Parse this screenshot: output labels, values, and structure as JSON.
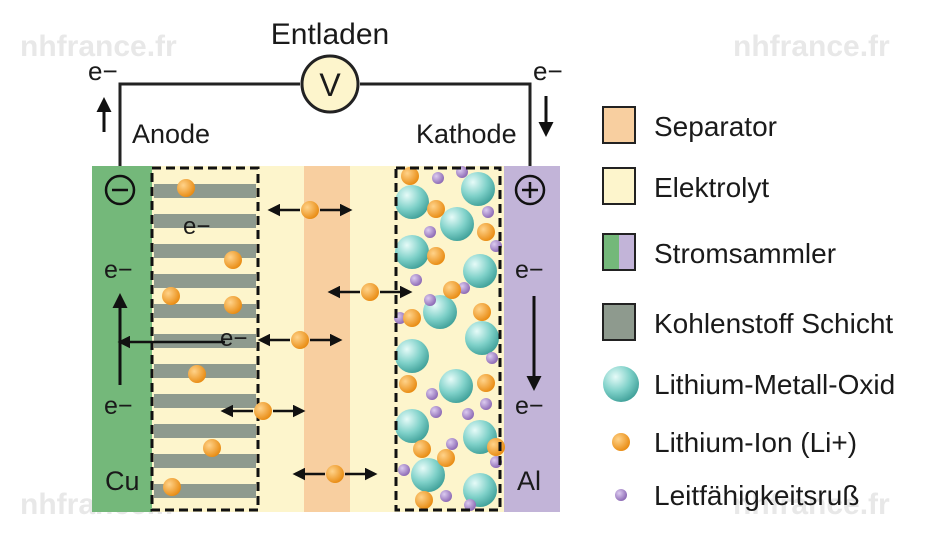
{
  "title": "Entladen",
  "voltmeter": "V",
  "electron": "e−",
  "labels": {
    "anode": "Anode",
    "cathode": "Kathode",
    "minus": "−",
    "plus": "+",
    "cu": "Cu",
    "al": "Al"
  },
  "legend": [
    {
      "key": "separator",
      "label": "Separator",
      "color": "#f8cfa0"
    },
    {
      "key": "elektrolyt",
      "label": "Elektrolyt",
      "color": "#fdf5cc"
    },
    {
      "key": "stromsammler",
      "label": "Stromsammler",
      "colors": [
        "#74b87a",
        "#c2b4d8"
      ]
    },
    {
      "key": "kohlenstoff",
      "label": "Kohlenstoff Schicht",
      "color": "#8e9a8e"
    },
    {
      "key": "oxid",
      "label": "Lithium-Metall-Oxid",
      "color": "#7fd1c9"
    },
    {
      "key": "ion",
      "label": "Lithium-Ion (Li+)",
      "color": "#f39a1e"
    },
    {
      "key": "russ",
      "label": "Leitfähigkeitsruß",
      "color": "#a98ac8"
    }
  ],
  "watermark": "nhfrance.fr",
  "colors": {
    "copper": "#74b87a",
    "aluminium": "#c2b4d8",
    "electrolyte": "#fdf5cc",
    "separator": "#f8cfa0",
    "graphite": "#8e9a8e",
    "ion": "#f39a1e",
    "oxide": "#7fd1c9",
    "soot": "#a98ac8"
  }
}
